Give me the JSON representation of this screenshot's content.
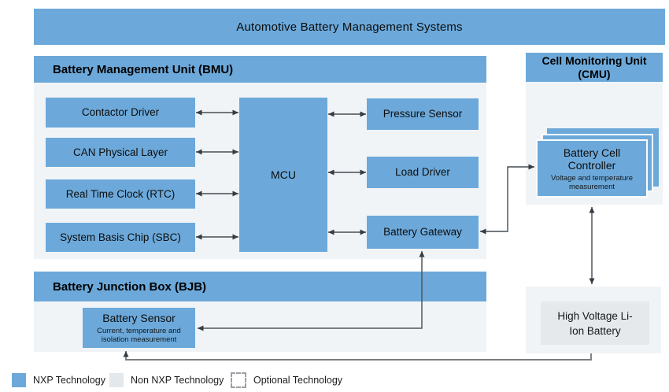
{
  "banner": {
    "title": "Automotive Battery Management Systems"
  },
  "bmu": {
    "title": "Battery Management Unit (BMU)",
    "blocks": {
      "contactor_driver": "Contactor Driver",
      "can_physical_layer": "CAN Physical Layer",
      "rtc": "Real Time Clock (RTC)",
      "sbc": "System Basis Chip (SBC)",
      "mcu": "MCU",
      "pressure_sensor": "Pressure Sensor",
      "load_driver": "Load Driver",
      "battery_gateway": "Battery Gateway"
    }
  },
  "cmu": {
    "title": "Cell Monitoring Unit (CMU)",
    "battery_cell_controller": {
      "title": "Battery Cell Controller",
      "subtitle": "Voltage and temperature measurement"
    }
  },
  "bjb": {
    "title": "Battery Junction Box (BJB)",
    "battery_sensor": {
      "title": "Battery Sensor",
      "subtitle": "Current, temperature and isolation measurement"
    }
  },
  "hv_battery": {
    "label": "High Voltage Li-Ion Battery"
  },
  "legend": {
    "nxp": "NXP Technology",
    "non_nxp": "Non NXP Technology",
    "optional": "Optional Technology"
  },
  "colors": {
    "nxp_blue": "#6CA9DA",
    "section_background": "#F1F4F7",
    "non_nxp_gray": "#E5E9EC",
    "connector_dark": "#454c53",
    "connector_light": "#7b7d80"
  }
}
